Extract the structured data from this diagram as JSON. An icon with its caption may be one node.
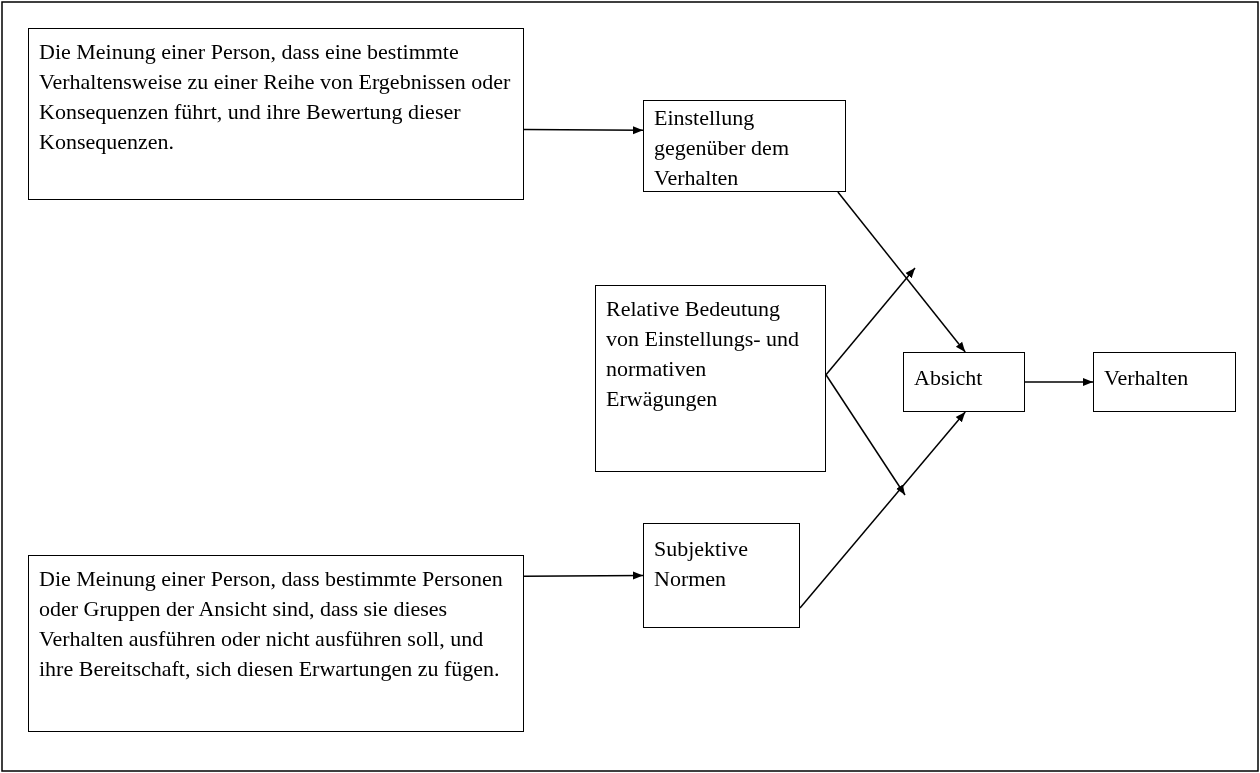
{
  "diagram": {
    "nodes": [
      {
        "text": [
          "Die Meinung einer Person, dass eine bestimmte Verhaltensweise zu einer Reihe von Ergebnissen oder Konsequenzen führt, und ihre Bewertung dieser Konsequenzen."
        ]
      },
      {
        "text": [
          "Einstellung gegenüber dem Verhalten"
        ]
      },
      {
        "text": [
          "Relative Bedeutung von Einstellungs- und normativen Erwägungen"
        ]
      },
      {
        "text": [
          "Absicht"
        ]
      },
      {
        "text": [
          "Verhalten"
        ]
      },
      {
        "text": [
          "Die Meinung einer Person, dass bestimmte Personen oder Gruppen der Ansicht sind, dass sie dieses Verhalten ausführen oder nicht ausführen soll, und ihre Bereitschaft, sich diesen Erwartungen zu fügen."
        ]
      },
      {
        "text": [
          "Subjektive Normen"
        ]
      }
    ],
    "edges": [
      {
        "from": 0,
        "to": 1,
        "arrow": "to"
      },
      {
        "from": 1,
        "to": 3,
        "arrow": "to"
      },
      {
        "from": 2,
        "to": null,
        "arrow": "to"
      },
      {
        "from": 2,
        "to": null,
        "arrow": "to"
      },
      {
        "from": 3,
        "to": 4,
        "arrow": "to"
      },
      {
        "from": 5,
        "to": 6,
        "arrow": "to"
      },
      {
        "from": 6,
        "to": 3,
        "arrow": "to"
      }
    ]
  }
}
